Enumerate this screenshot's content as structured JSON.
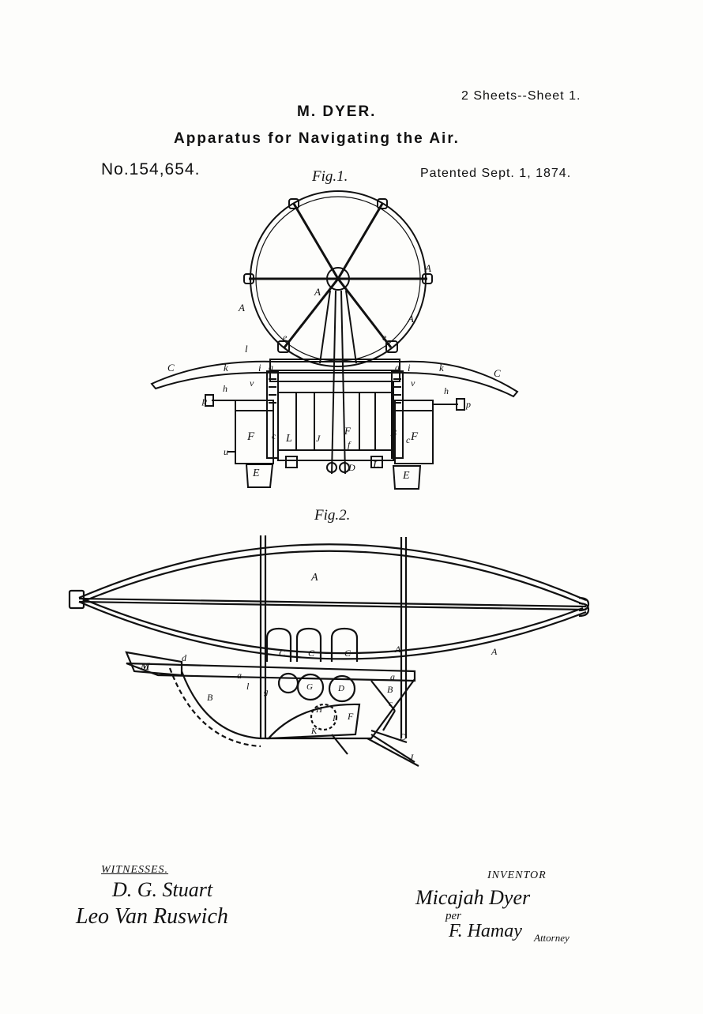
{
  "header": {
    "sheets": "2 Sheets--Sheet 1.",
    "inventor_name": "M. DYER.",
    "title": "Apparatus for Navigating the Air.",
    "patent_number": "No.154,654.",
    "patent_date": "Patented Sept. 1, 1874."
  },
  "figures": {
    "fig1_label": "Fig.1.",
    "fig2_label": "Fig.2."
  },
  "fig1_letters": [
    "A",
    "A",
    "A",
    "A",
    "C",
    "C",
    "l",
    "k",
    "k",
    "i",
    "i",
    "a",
    "a",
    "v",
    "v",
    "h",
    "h",
    "e",
    "e",
    "p",
    "p",
    "F",
    "F",
    "F",
    "L",
    "L",
    "B",
    "E",
    "E",
    "D",
    "u",
    "c",
    "c",
    "J",
    "f"
  ],
  "fig2_letters": [
    "A",
    "A",
    "A",
    "M",
    "d",
    "a",
    "a",
    "l",
    "B",
    "B",
    "C",
    "C",
    "C",
    "G",
    "D",
    "g",
    "F",
    "H",
    "I",
    "K",
    "c",
    "D",
    "J"
  ],
  "signatures": {
    "witnesses_label": "WITNESSES.",
    "witness1": "D. G. Stuart",
    "witness2": "Leo Van Ruswich",
    "inventor_label": "INVENTOR",
    "inventor_sig": "Micajah Dyer",
    "per": "per",
    "attorney_sig": "F. Hamay",
    "attorney_label": "Attorney"
  }
}
